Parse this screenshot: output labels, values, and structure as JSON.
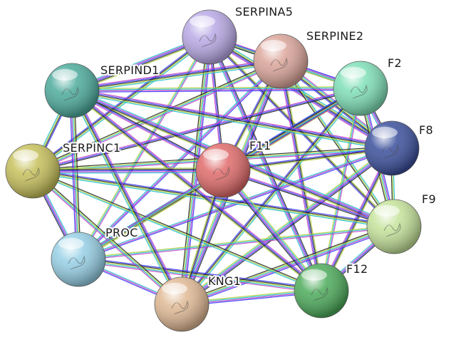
{
  "network": {
    "nodes": [
      {
        "id": "SERPINA5",
        "label": "SERPINA5",
        "color": "#b9a9e6"
      },
      {
        "id": "SERPINE2",
        "label": "SERPINE2",
        "color": "#dba59a"
      },
      {
        "id": "F2",
        "label": "F2",
        "color": "#7fe0b8"
      },
      {
        "id": "F8",
        "label": "F8",
        "color": "#3a4f9c"
      },
      {
        "id": "F9",
        "label": "F9",
        "color": "#c5e39a"
      },
      {
        "id": "F12",
        "label": "F12",
        "color": "#4cab5a"
      },
      {
        "id": "KNG1",
        "label": "KNG1",
        "color": "#e0b994"
      },
      {
        "id": "PROC",
        "label": "PROC",
        "color": "#96d0e6"
      },
      {
        "id": "SERPINC1",
        "label": "SERPINC1",
        "color": "#c6c05a"
      },
      {
        "id": "SERPIND1",
        "label": "SERPIND1",
        "color": "#4cab9c"
      },
      {
        "id": "F11",
        "label": "F11",
        "color": "#e06a6a"
      }
    ],
    "edge_colors": [
      "#3a3aff",
      "#c040c0",
      "#20c0d0",
      "#b0d040",
      "#202020"
    ],
    "edges": [
      [
        "SERPINA5",
        "SERPINE2"
      ],
      [
        "SERPINA5",
        "F2"
      ],
      [
        "SERPINA5",
        "F8"
      ],
      [
        "SERPINA5",
        "F9"
      ],
      [
        "SERPINA5",
        "F12"
      ],
      [
        "SERPINA5",
        "KNG1"
      ],
      [
        "SERPINA5",
        "PROC"
      ],
      [
        "SERPINA5",
        "SERPINC1"
      ],
      [
        "SERPINA5",
        "SERPIND1"
      ],
      [
        "SERPINA5",
        "F11"
      ],
      [
        "SERPINE2",
        "F2"
      ],
      [
        "SERPINE2",
        "F8"
      ],
      [
        "SERPINE2",
        "F9"
      ],
      [
        "SERPINE2",
        "F12"
      ],
      [
        "SERPINE2",
        "KNG1"
      ],
      [
        "SERPINE2",
        "PROC"
      ],
      [
        "SERPINE2",
        "SERPINC1"
      ],
      [
        "SERPINE2",
        "SERPIND1"
      ],
      [
        "SERPINE2",
        "F11"
      ],
      [
        "F2",
        "F8"
      ],
      [
        "F2",
        "F9"
      ],
      [
        "F2",
        "F12"
      ],
      [
        "F2",
        "KNG1"
      ],
      [
        "F2",
        "PROC"
      ],
      [
        "F2",
        "SERPINC1"
      ],
      [
        "F2",
        "SERPIND1"
      ],
      [
        "F2",
        "F11"
      ],
      [
        "F8",
        "F9"
      ],
      [
        "F8",
        "F12"
      ],
      [
        "F8",
        "KNG1"
      ],
      [
        "F8",
        "PROC"
      ],
      [
        "F8",
        "SERPINC1"
      ],
      [
        "F8",
        "SERPIND1"
      ],
      [
        "F8",
        "F11"
      ],
      [
        "F9",
        "F12"
      ],
      [
        "F9",
        "KNG1"
      ],
      [
        "F9",
        "PROC"
      ],
      [
        "F9",
        "SERPINC1"
      ],
      [
        "F9",
        "SERPIND1"
      ],
      [
        "F9",
        "F11"
      ],
      [
        "F12",
        "KNG1"
      ],
      [
        "F12",
        "PROC"
      ],
      [
        "F12",
        "SERPINC1"
      ],
      [
        "F12",
        "SERPIND1"
      ],
      [
        "F12",
        "F11"
      ],
      [
        "KNG1",
        "PROC"
      ],
      [
        "KNG1",
        "SERPINC1"
      ],
      [
        "KNG1",
        "SERPIND1"
      ],
      [
        "KNG1",
        "F11"
      ],
      [
        "PROC",
        "SERPINC1"
      ],
      [
        "PROC",
        "SERPIND1"
      ],
      [
        "PROC",
        "F11"
      ],
      [
        "SERPINC1",
        "SERPIND1"
      ],
      [
        "SERPINC1",
        "F11"
      ],
      [
        "SERPIND1",
        "F11"
      ]
    ]
  }
}
